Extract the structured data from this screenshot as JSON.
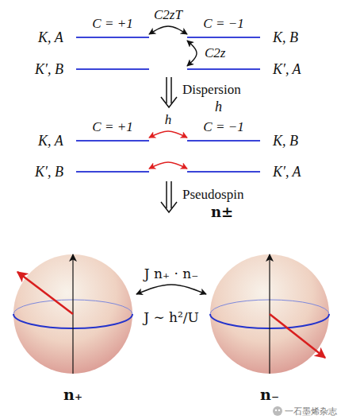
{
  "diagram": {
    "nodes": [
      {
        "text": [
          "K, A",
          "C = +1"
        ]
      },
      {
        "text": [
          "K, B",
          "C = −1"
        ]
      },
      {
        "text": [
          "K′, B"
        ]
      },
      {
        "text": [
          "K′, A"
        ]
      },
      {
        "text": [
          "K, A",
          "C = +1"
        ]
      },
      {
        "text": [
          "K, B",
          "C = −1"
        ]
      },
      {
        "text": [
          "K′, B"
        ]
      },
      {
        "text": [
          "K′, A"
        ]
      },
      {
        "text": [
          "n₊"
        ]
      },
      {
        "text": [
          "n₋"
        ]
      }
    ],
    "edges": [
      {
        "from": 0,
        "to": 1,
        "arrow": "both",
        "label": "C2zT"
      },
      {
        "from": 1,
        "to": 3,
        "arrow": "both",
        "label": "C2z"
      },
      {
        "from": 4,
        "to": 5,
        "arrow": "both",
        "label": "h"
      },
      {
        "from": 6,
        "to": 7,
        "arrow": "both"
      },
      {
        "from": 8,
        "to": 9,
        "arrow": "both",
        "label": "J n₊ · n₋"
      }
    ],
    "labels": [
      "Dispersion",
      "h",
      "Pseudospin",
      "n±",
      "J ∼ h²/U",
      "一石墨烯杂志"
    ]
  }
}
